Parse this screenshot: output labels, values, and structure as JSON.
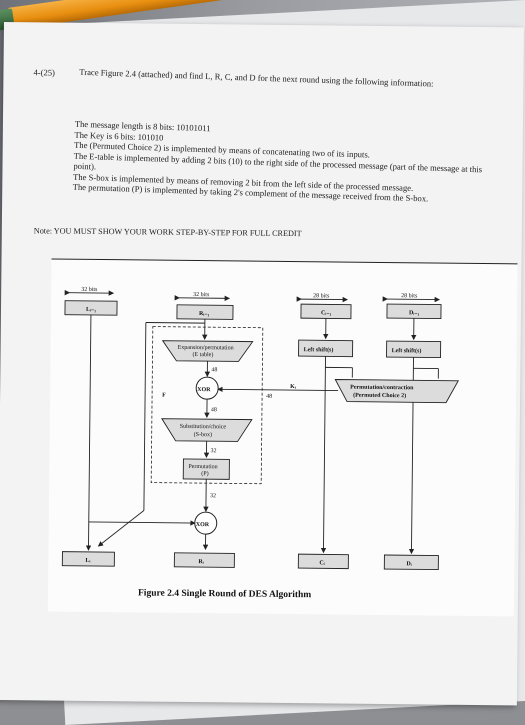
{
  "question": {
    "number": "4-(25)",
    "prompt": "Trace Figure 2.4 (attached) and find L, R, C, and D for the next round using the following information:",
    "items": [
      "The message length is 8 bits: 10101011",
      "The Key is 6 bits: 101010",
      "The (Permuted Choice 2) is implemented by means of concatenating two of its inputs.",
      "The E-table is implemented by adding 2 bits (10) to the right side of the processed message (part of the message at this point).",
      "The S-box is implemented by means of removing 2 bit from the left side of the processed message.",
      "The permutation (P) is implemented by taking 2's complement of the message received from the S-box."
    ],
    "note": "Note: YOU MUST SHOW YOUR WORK STEP-BY-STEP FOR FULL CREDIT"
  },
  "figure": {
    "caption": "Figure 2.4  Single Round of DES Algorithm",
    "top_inputs": {
      "l": "Lᵢ₋₁",
      "r": "Rᵢ₋₁",
      "c": "Cᵢ₋₁",
      "d": "Dᵢ₋₁"
    },
    "widths": {
      "l": "32 bits",
      "r": "32 bits",
      "c": "28 bits",
      "d": "28 bits"
    },
    "expansion": [
      "Expansion/permutation",
      "(E table)"
    ],
    "substitution": [
      "Substitution/choice",
      "(S-box)"
    ],
    "permutation": [
      "Permutation",
      "(P)"
    ],
    "pc2": [
      "Permutation/contraction",
      "(Permuted Choice 2)"
    ],
    "left_shift": "Left shift(s)",
    "xor": "XOR",
    "f_label": "F",
    "key_label": "Kᵢ",
    "bit_labels": {
      "after_e": "48",
      "after_xor": "48",
      "after_s": "32",
      "after_p": "32",
      "key": "48"
    },
    "outputs": {
      "l": "Lᵢ",
      "r": "Rᵢ",
      "c": "Cᵢ",
      "d": "Dᵢ"
    }
  }
}
